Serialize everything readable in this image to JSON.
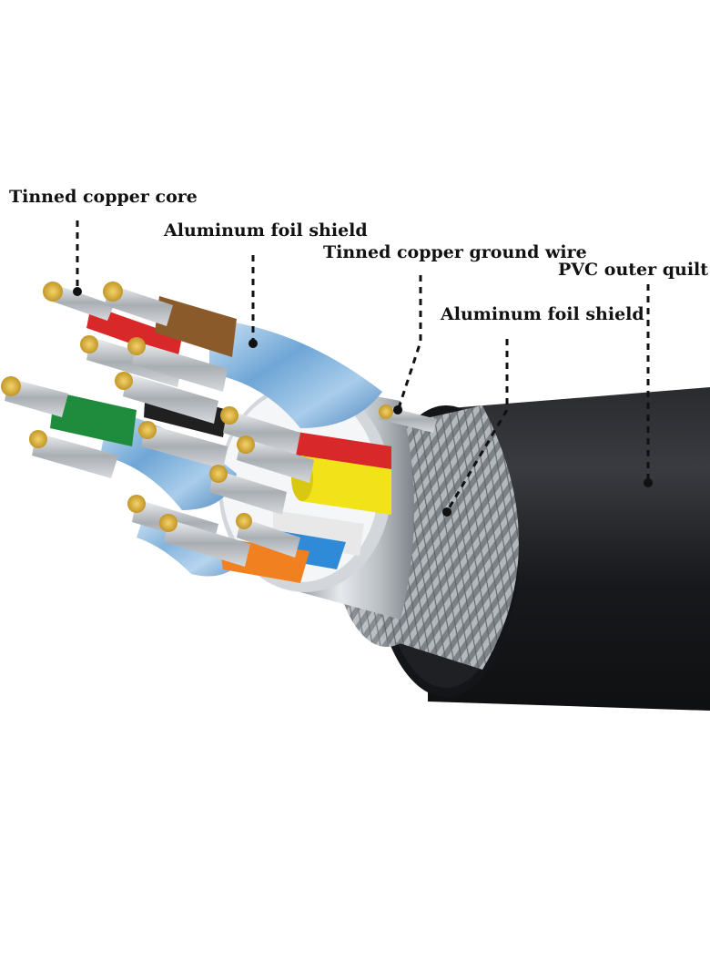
{
  "labels": {
    "tinned_copper_core": "Tinned copper core",
    "aluminum_foil_shield_inner": "Aluminum foil shield",
    "tinned_copper_ground_wire": "Tinned copper ground wire",
    "pvc_outer_quilt": "PVC outer quilt",
    "aluminum_foil_shield_outer": "Aluminum foil shield"
  },
  "colors": {
    "background": "#ffffff",
    "outer_jacket": "#1c1d20",
    "braid": "#8e9398",
    "metal_sleeve": "#c4c8cc",
    "foil": "#7fb2dc",
    "copper_tip": "#d4a62a",
    "wire_strand": "#bfc4c8",
    "insulation_red": "#d8282a",
    "insulation_brown": "#8b5a2b",
    "insulation_green": "#1e8c3c",
    "insulation_yellow": "#f2e21a",
    "insulation_orange": "#f08020",
    "insulation_blue": "#2f8ad8",
    "insulation_black": "#202020",
    "insulation_white": "#e8e8e8"
  }
}
